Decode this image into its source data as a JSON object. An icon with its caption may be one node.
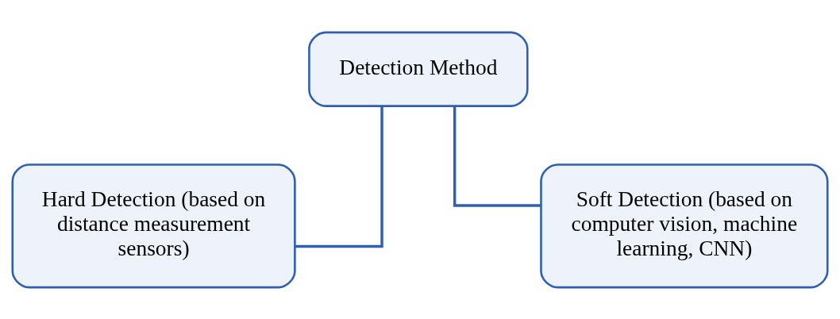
{
  "diagram": {
    "nodes": [
      {
        "text": [
          "Detection Method"
        ]
      },
      {
        "text": [
          "Hard Detection (based on distance measurement sensors)"
        ]
      },
      {
        "text": [
          "Soft Detection (based on computer vision, machine learning, CNN)"
        ]
      }
    ],
    "edges": [
      {
        "from": 0,
        "to": 1,
        "arrow": "none"
      },
      {
        "from": 0,
        "to": 2,
        "arrow": "none"
      }
    ]
  }
}
